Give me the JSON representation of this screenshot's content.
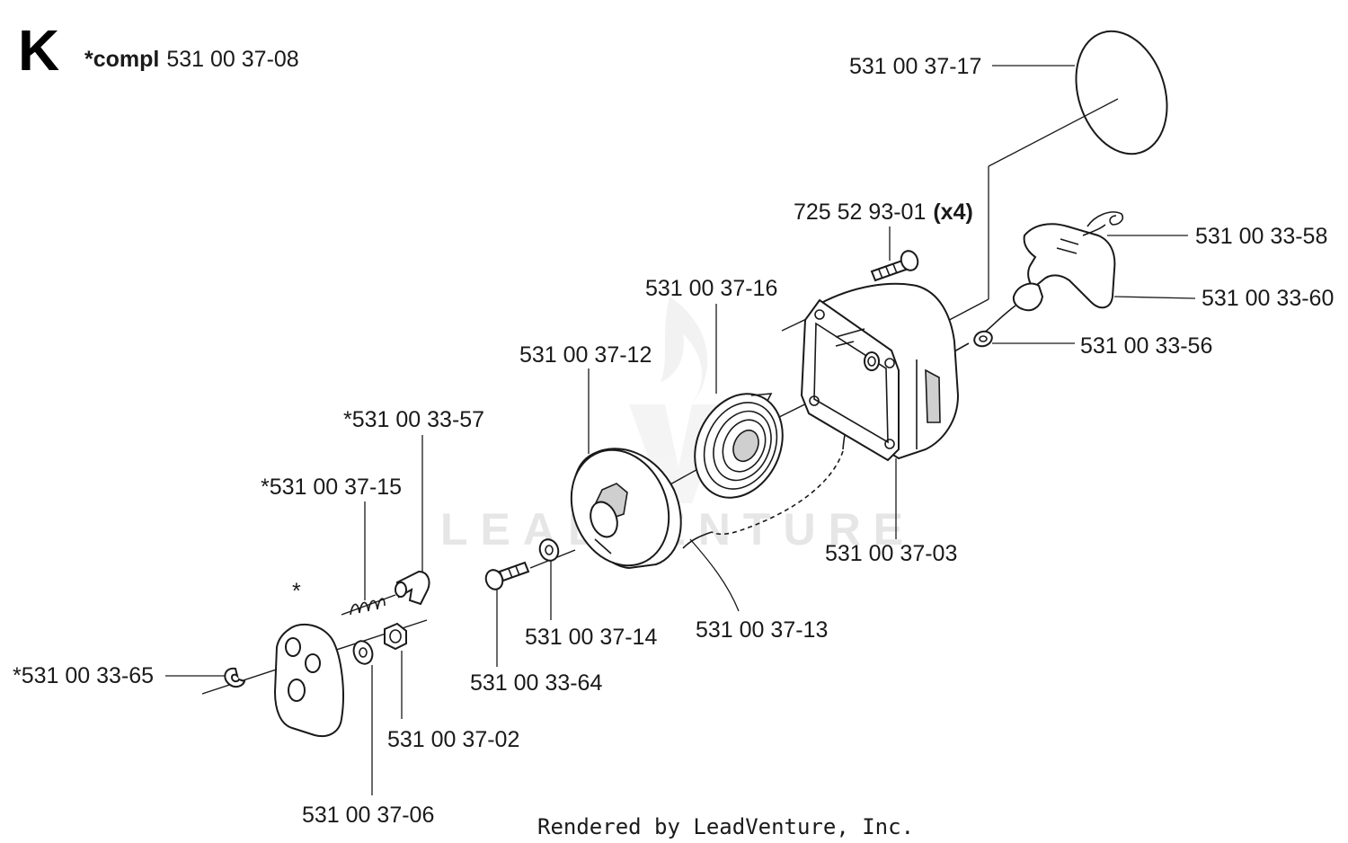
{
  "section": {
    "letter": "K",
    "compl_prefix": "*compl",
    "compl_number": "531 00 37-08"
  },
  "parts": {
    "p17": "531 00 37-17",
    "p58": "531 00 33-58",
    "p60": "531 00 33-60",
    "p56": "531 00 33-56",
    "screw_number": "725 52 93-01",
    "screw_qty": "(x4)",
    "p16": "531 00 37-16",
    "p12": "531 00 37-12",
    "p57": "*531 00 33-57",
    "p15": "*531 00 37-15",
    "p03": "531 00 37-03",
    "p14": "531 00 37-14",
    "p13": "531 00 37-13",
    "p64": "531 00 33-64",
    "p65": "*531 00 33-65",
    "p02": "531 00 37-02",
    "p06": "531 00 37-06",
    "star": "*"
  },
  "watermark": "LEADVENTURE",
  "footer": "Rendered by LeadVenture, Inc."
}
